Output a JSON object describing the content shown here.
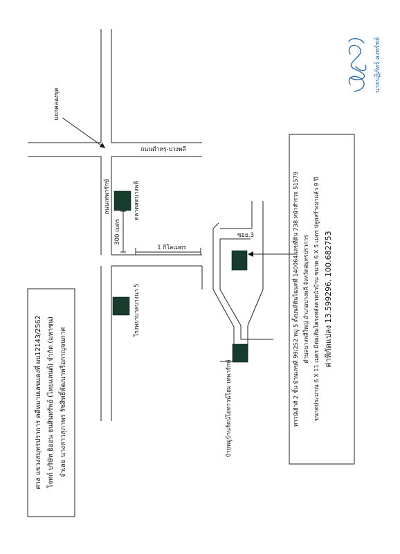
{
  "map": {
    "kaeng_khlong_chut": "แยกคลองขุด",
    "road_tamru_bangphli": "ถนนตำหรุ-บางพลี",
    "road_thepharak": "ถนนเทพารักษ์",
    "market_bangphli": "ตลาดสดบางพลี",
    "distance_300m": "300 เมตร",
    "distance_1km": "1 กิโลเมตร",
    "hospital_bangna5": "โรงพยาบาลบางนา 5",
    "soi_3": "ซอย.3",
    "village_sign": "ป้ายหมู่บ้านรัตน์โอทาวน์โฮม เทพารักษ์"
  },
  "property_info": {
    "line1": "ทาวน์เฮ้าส์ 2 ชั้น บ้านเลขที่ 99/252 หมู่ 5 ตั้งบนที่ดินโฉนดที่ 140064 เลขที่ดิน 738 หน้าสำรวจ 51579",
    "line2": "ตำบลบางพลีใหญ่ อำเภอบางพลี จังหวัดสมุทรปราการ",
    "line3": "ขนาดประมาณ 6 X 11 เมตร มีต่อเติมโครงหลังคาหน้าบ้าน ขนาด 6 X 5 เมตร ปลูกสร้างมาแล้ว 9 ปี",
    "line4": "ค่าพิกัดแปลง 13.599296, 100.682753"
  },
  "case_info": {
    "line1": "ศาล แขวงสมุทรปราการ คดีหมายเลขแดงที่ ผบ12143/2562",
    "line2": "โจทก์ บริษัท ธิออน ธนสินทรัพย์ (ไทยแลนด์) จำกัด (มหาชน)",
    "line3": "จำเลย นางสาวสุภาพร รัชสิทธิ์พัฒนาหรือกาญจนกาศ"
  },
  "signature": {
    "name": "นายปฏิภัทร์ คงทรัพย์"
  }
}
